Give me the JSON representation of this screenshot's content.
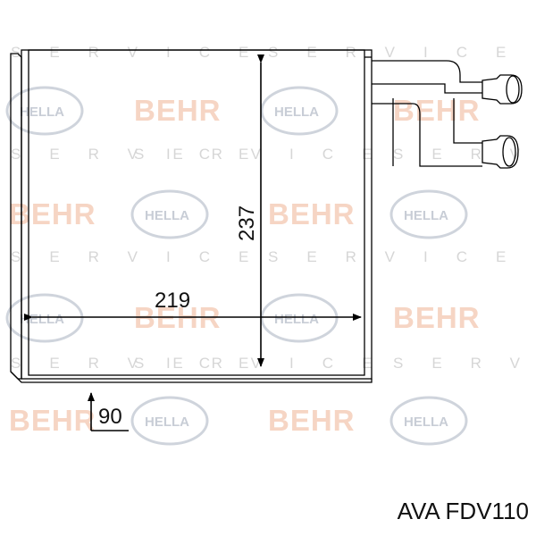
{
  "watermark": {
    "brand_a": "BEHR",
    "brand_b": "HELLA",
    "service": "SERVICE"
  },
  "dimensions": {
    "width": "219",
    "height": "237",
    "depth": "90"
  },
  "caption": "AVA FDV110"
}
